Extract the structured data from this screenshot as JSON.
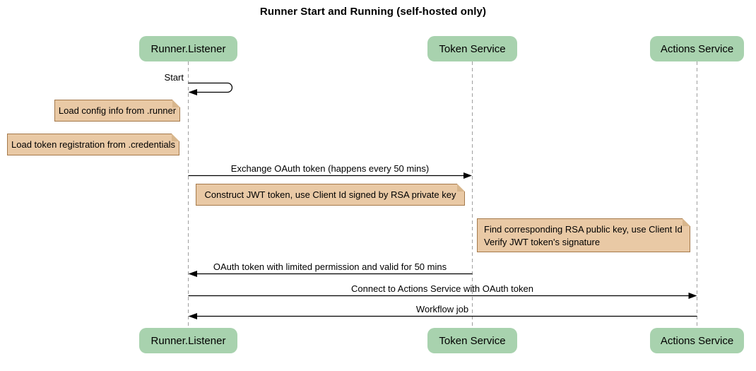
{
  "title": "Runner Start and Running (self-hosted only)",
  "colors": {
    "participant_fill": "#a8d2ae",
    "note_fill": "#e9c9a5",
    "note_border": "#a5794a",
    "lifeline": "#9e9e9e",
    "arrow": "#000000",
    "background": "#ffffff"
  },
  "participants": [
    {
      "id": "runner-listener",
      "label": "Runner.Listener"
    },
    {
      "id": "token-service",
      "label": "Token Service"
    },
    {
      "id": "actions-service",
      "label": "Actions Service"
    }
  ],
  "messages": [
    {
      "label": "Start",
      "from": "runner-listener",
      "to": "runner-listener",
      "type": "self"
    },
    {
      "label": "Exchange OAuth token (happens every 50 mins)",
      "from": "runner-listener",
      "to": "token-service",
      "type": "solid-arrow"
    },
    {
      "label": "OAuth token with limited permission and valid for 50 mins",
      "from": "token-service",
      "to": "runner-listener",
      "type": "solid-arrow"
    },
    {
      "label": "Connect to Actions Service with OAuth token",
      "from": "runner-listener",
      "to": "actions-service",
      "type": "solid-arrow"
    },
    {
      "label": "Workflow job",
      "from": "actions-service",
      "to": "runner-listener",
      "type": "solid-arrow"
    }
  ],
  "notes": [
    {
      "label": "Load config info from .runner",
      "anchor": "left-of runner-listener"
    },
    {
      "label": "Load token registration from .credentials",
      "anchor": "left-of runner-listener"
    },
    {
      "label": "Construct JWT token, use Client Id signed by RSA private key",
      "anchor": "between runner-listener and token-service"
    },
    {
      "lines": [
        "Find corresponding RSA public key, use Client Id",
        "Verify JWT token's signature"
      ],
      "anchor": "between token-service and actions-service"
    }
  ]
}
